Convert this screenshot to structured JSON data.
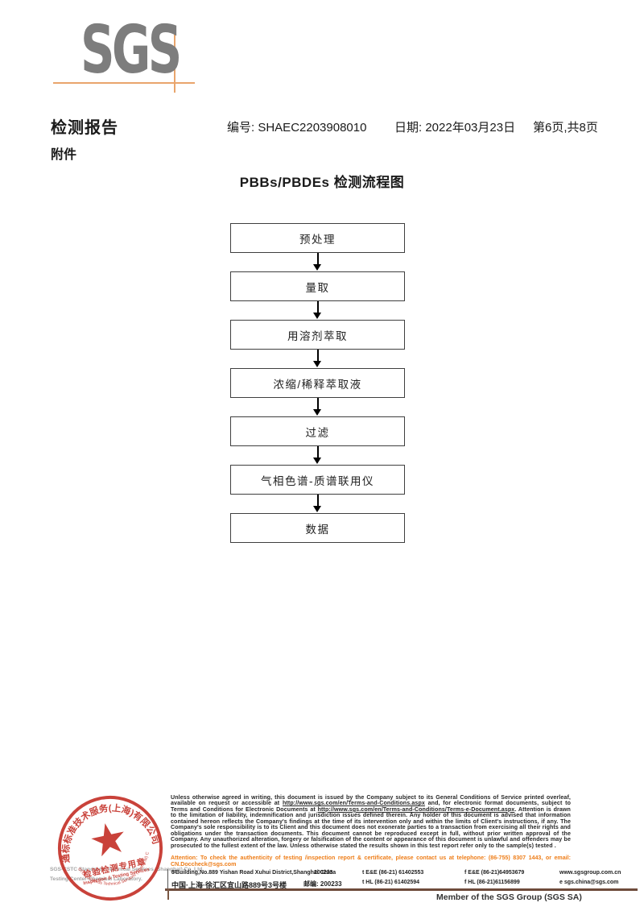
{
  "logo": {
    "text": "SGS"
  },
  "header": {
    "report_title": "检测报告",
    "number_label": "编号:",
    "number_value": "SHAEC2203908010",
    "date_label": "日期:",
    "date_value": "2022年03月23日",
    "page_info": "第6页,共8页",
    "attachment_label": "附件"
  },
  "flowchart": {
    "title": "PBBs/PBDEs 检测流程图",
    "steps": [
      {
        "label": "预处理"
      },
      {
        "label": "量取"
      },
      {
        "label": "用溶剂萃取"
      },
      {
        "label": "浓缩/稀释萃取液"
      },
      {
        "label": "过滤"
      },
      {
        "label": "气相色谱-质谱联用仪"
      },
      {
        "label": "数据"
      }
    ]
  },
  "footer": {
    "stamp": {
      "ring_text": "通标标准技术服务(上海)有限公司",
      "title": "检验检测专用章",
      "subtitle": "Inspection & Testing Services",
      "bottom_text": "SGS-CSTC Standards Technical Services (Shanghai) Co.,Ltd.",
      "color": "#c5342c"
    },
    "company_line1": "SGS-CSTC Standards Technical Services (Shanghai) Co.,Ltd.",
    "company_line2": "Testing Center-Chemical Laboratory.",
    "disclaimer": {
      "part1": "Unless otherwise agreed in writing, this document is issued by the Company subject to its General Conditions of Service printed overleaf, available on request or accessible at ",
      "url1": "http://www.sgs.com/en/Terms-and-Conditions.aspx",
      "part2": " and, for electronic format documents, subject to Terms and Conditions for Electronic Documents at ",
      "url2": "http://www.sgs.com/en/Terms-and-Conditions/Terms-e-Document.aspx",
      "part3": ". Attention is drawn to the limitation of liability, indemnification and jurisdiction issues defined therein. Any holder of this document is advised that information contained hereon reflects the Company's findings at the time of its intervention only and within the limits of Client's instructions, if any. The Company's sole responsibility is to its Client and this document does not exonerate parties to a transaction from exercising all their rights and obligations under the transaction documents. This document cannot be reproduced except in full, without prior written approval of the Company. Any unauthorized alteration, forgery or falsification of the content or appearance of this document is unlawful and offenders may be prosecuted to the fullest extent of the law. Unless otherwise stated the results shown in this test report refer only to the sample(s) tested ."
    },
    "attention": {
      "text": "Attention: To check the authenticity of testing /inspection report & certificate, please contact us at telephone: (86-755) 8307 1443, or email: ",
      "email": "CN.Doccheck@sgs.com"
    },
    "address": {
      "en_sup_num": "3",
      "en_sup_ord": "rd",
      "en_rest": "Building,No.889 Yishan Road Xuhui District,Shanghai China",
      "en_postal": "200233",
      "cn": "中国·上海·徐汇区宜山路889号3号楼",
      "cn_postal": "邮编: 200233",
      "tel1": "t E&E (86-21) 61402553",
      "fax1": "f E&E (86-21)64953679",
      "web": "www.sgsgroup.com.cn",
      "tel2": "t HL (86-21) 61402594",
      "fax2": "f HL (86-21)61156899",
      "email": "e sgs.china@sgs.com"
    },
    "member": "Member of the SGS Group (SGS SA)"
  }
}
